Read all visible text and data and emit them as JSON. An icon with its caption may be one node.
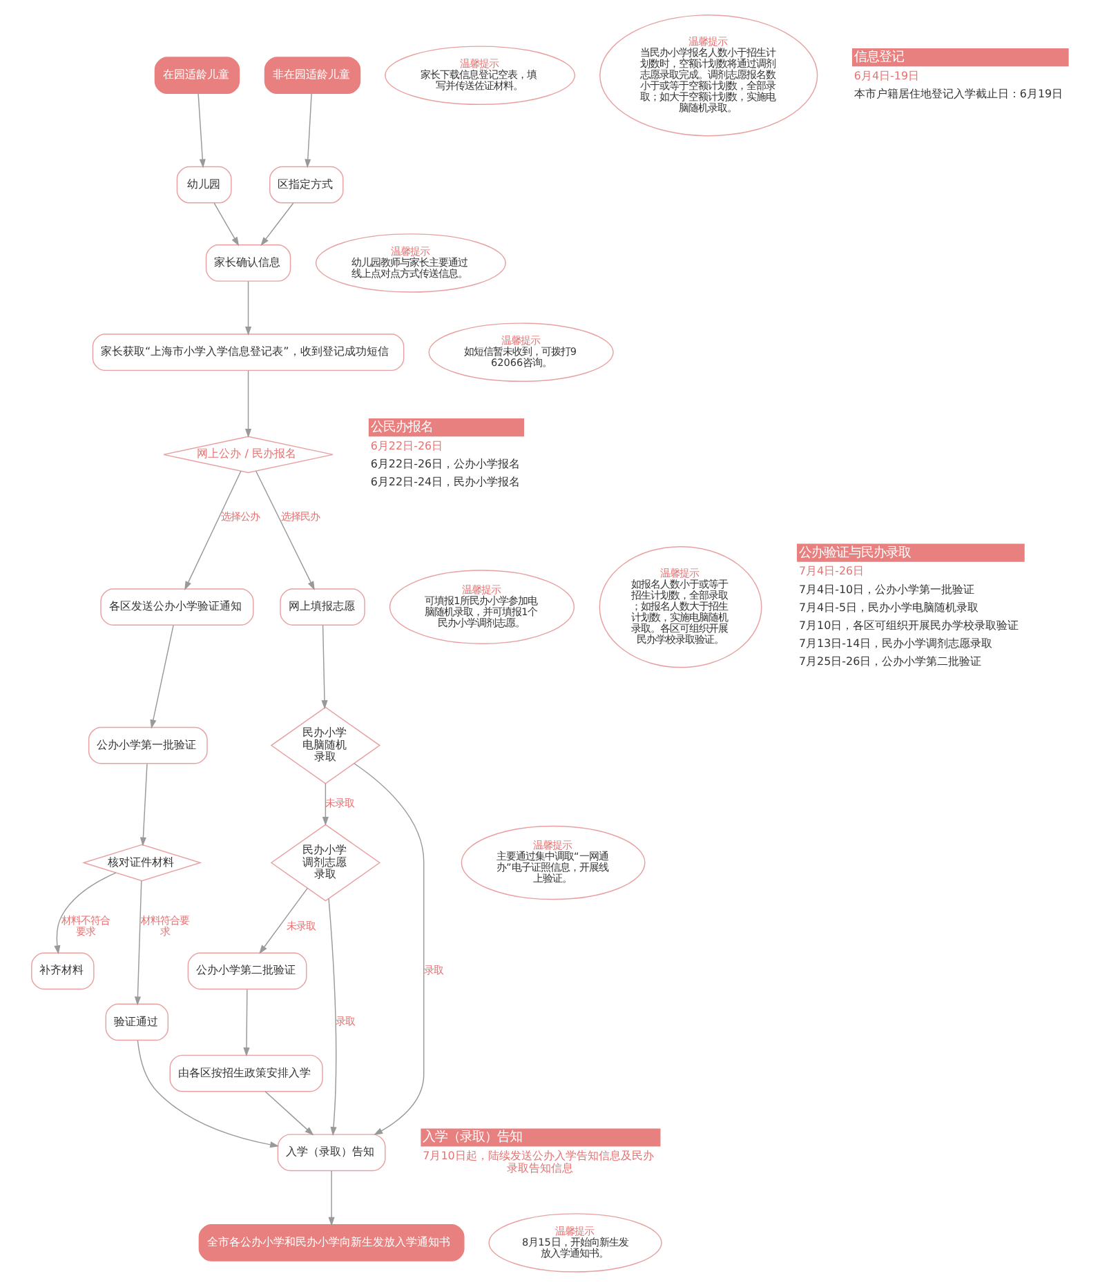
{
  "diagram": {
    "nodes": [
      {
        "text": [
          "在园适龄儿童"
        ]
      },
      {
        "text": [
          "非在园适龄儿童"
        ]
      },
      {
        "text": [
          "幼儿园"
        ]
      },
      {
        "text": [
          "区指定方式"
        ]
      },
      {
        "text": [
          "家长确认信息"
        ]
      },
      {
        "text": [
          "家长获取“上海市小学入学信息登记表”，收到登记成功短信"
        ]
      },
      {
        "text": [
          "网上公办 / 民办报名"
        ]
      },
      {
        "text": [
          "各区发送公办小学验证通知"
        ]
      },
      {
        "text": [
          "网上填报志愿"
        ]
      },
      {
        "text": [
          "民办小学电脑随机录取"
        ]
      },
      {
        "text": [
          "公办小学第一批验证"
        ]
      },
      {
        "text": [
          "核对证件材料"
        ]
      },
      {
        "text": [
          "补齐材料"
        ]
      },
      {
        "text": [
          "民办小学调剂志愿录取"
        ]
      },
      {
        "text": [
          "公办小学第二批验证"
        ]
      },
      {
        "text": [
          "验证通过"
        ]
      },
      {
        "text": [
          "由各区按招生政策安排入学"
        ]
      },
      {
        "text": [
          "入学（录取）告知"
        ]
      },
      {
        "text": [
          "全市各公办小学和民办小学向新生发放入学通知书"
        ]
      },
      {
        "text": [
          "温馨提示",
          "家长下载信息登记空表，填写并传送佐证材料。"
        ]
      },
      {
        "text": [
          "温馨提示",
          "幼儿园教师与家长主要通过线上点对点方式传送信息。"
        ]
      },
      {
        "text": [
          "温馨提示",
          "如短信暂未收到，可拨打962066咨询。"
        ]
      },
      {
        "text": [
          "温馨提示",
          "可填报1所民办小学参加电脑随机录取，并可填报1个民办小学调剂志愿。"
        ]
      },
      {
        "text": [
          "温馨提示",
          "如报名人数小于或等于招生计划数，全部录取；如报名人数大于招生计划数，实施电脑随机录取。各区可组织开展民办学校录取验证。"
        ]
      },
      {
        "text": [
          "温馨提示",
          "当民办小学报名人数小于招生计划数时，空额计划数将通过调剂志愿录取完成。调剂志愿报名数小于或等于空额计划数，全部录取；如大于空额计划数，实施电脑随机录取。"
        ]
      },
      {
        "text": [
          "温馨提示",
          "主要通过集中调取“一网通办”电子证照信息，开展线上验证。"
        ]
      },
      {
        "text": [
          "温馨提示",
          "8月15日，开始向新生发放入学通知书。"
        ]
      },
      {
        "text": [
          "信息登记"
        ],
        "beside": [
          "6月4日-19日",
          "本市户籍居住地登记入学截止日：6月19日"
        ]
      },
      {
        "text": [
          "公民办报名"
        ],
        "beside": [
          "6月22日-26日",
          "6月22日-26日，公办小学报名",
          "6月22日-24日，民办小学报名"
        ]
      },
      {
        "text": [
          "公办验证与民办录取"
        ],
        "beside": [
          "7月4日-26日",
          "7月4日-10日，公办小学第一批验证",
          "7月4日-5日，民办小学电脑随机录取",
          "7月10日，各区可组织开展民办学校录取验证",
          "7月13日-14日，民办小学调剂志愿录取",
          "7月25日-26日，公办小学第二批验证"
        ]
      },
      {
        "text": [
          "入学（录取）告知"
        ],
        "beside": [
          "7月10日起，陆续发送公办入学告知信息及民办录取告知信息"
        ]
      }
    ],
    "edges": [
      {
        "from": 0,
        "to": 2,
        "arrow": "to"
      },
      {
        "from": 1,
        "to": 3,
        "arrow": "to"
      },
      {
        "from": 2,
        "to": 4,
        "arrow": "to"
      },
      {
        "from": 3,
        "to": 4,
        "arrow": "to"
      },
      {
        "from": 4,
        "to": 5,
        "arrow": "to"
      },
      {
        "from": 5,
        "to": 6,
        "arrow": "to"
      },
      {
        "from": 6,
        "to": 7,
        "arrow": "to",
        "label": "选择公办"
      },
      {
        "from": 6,
        "to": 8,
        "arrow": "to",
        "label": "选择民办"
      },
      {
        "from": 7,
        "to": 10,
        "arrow": "to"
      },
      {
        "from": 8,
        "to": 9,
        "arrow": "to"
      },
      {
        "from": 9,
        "to": 13,
        "arrow": "to",
        "label": "未录取"
      },
      {
        "from": 9,
        "to": 17,
        "arrow": "to",
        "label": "录取"
      },
      {
        "from": 10,
        "to": 11,
        "arrow": "to"
      },
      {
        "from": 11,
        "to": 12,
        "arrow": "to",
        "label": "材料不符合要求"
      },
      {
        "from": 11,
        "to": 15,
        "arrow": "to",
        "label": "材料符合要求"
      },
      {
        "from": 13,
        "to": 17,
        "arrow": "to",
        "label": "录取"
      },
      {
        "from": 13,
        "to": 14,
        "arrow": "to",
        "label": "未录取"
      },
      {
        "from": 14,
        "to": 16,
        "arrow": "to"
      },
      {
        "from": 15,
        "to": 17,
        "arrow": "to"
      },
      {
        "from": 16,
        "to": 17,
        "arrow": "to"
      },
      {
        "from": 17,
        "to": 18,
        "arrow": "to"
      }
    ]
  }
}
